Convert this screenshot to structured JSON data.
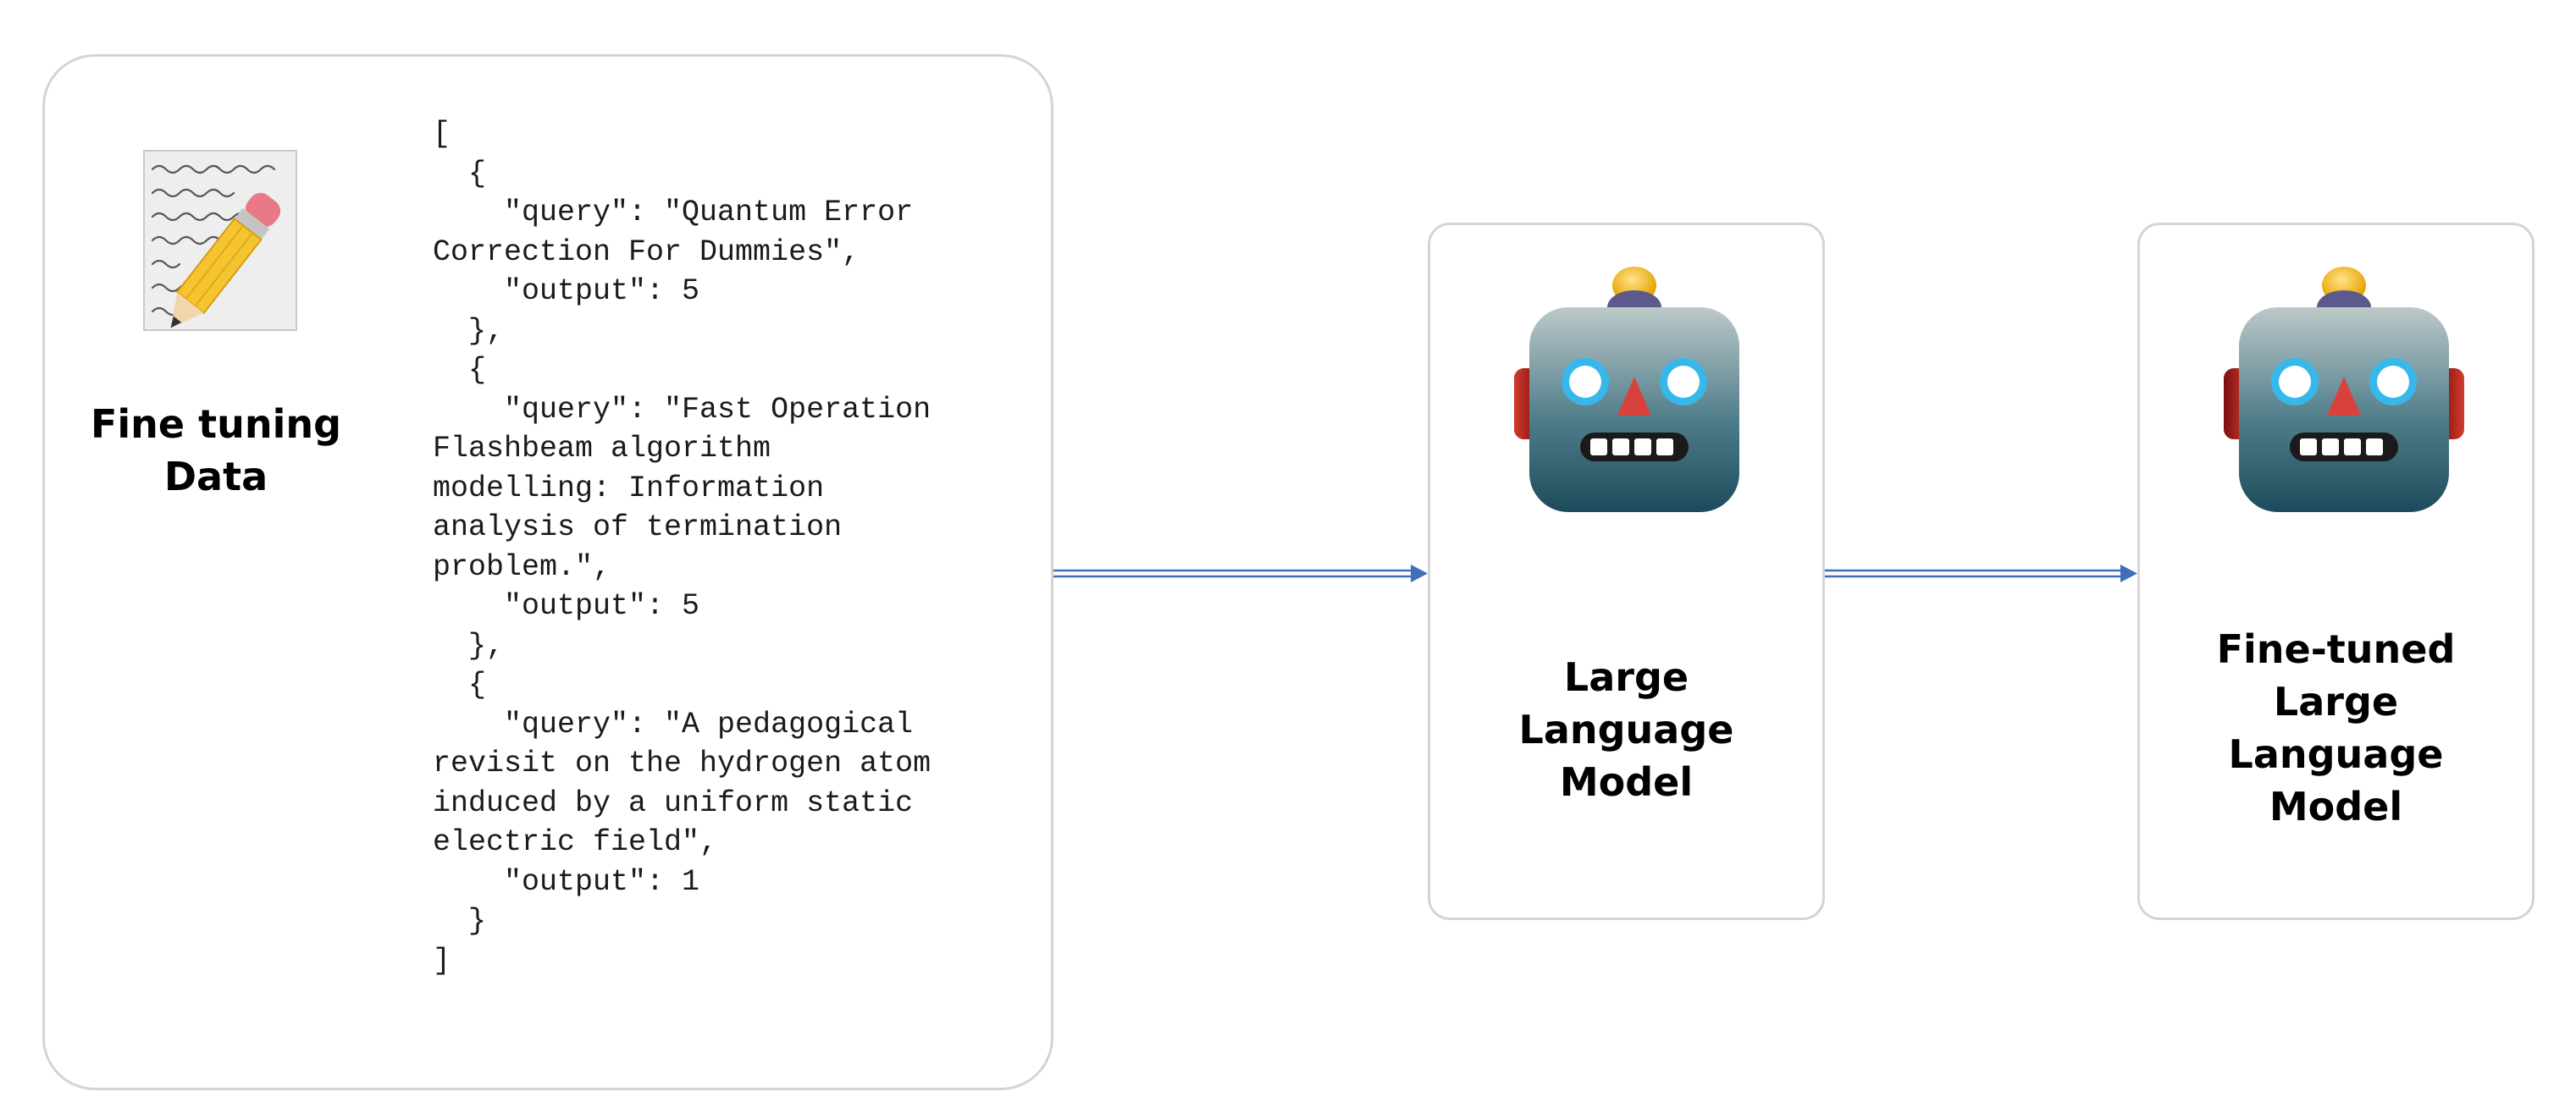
{
  "data_panel": {
    "title": "Fine tuning\nData",
    "icon": "notepad-pencil-icon",
    "json_text": "[\n  {\n    \"query\": \"Quantum Error\nCorrection For Dummies\",\n    \"output\": 5\n  },\n  {\n    \"query\": \"Fast Operation\nFlashbeam algorithm\nmodelling: Information\nanalysis of termination\nproblem.\",\n    \"output\": 5\n  },\n  {\n    \"query\": \"A pedagogical\nrevisit on the hydrogen atom\ninduced by a uniform static\nelectric field\",\n    \"output\": 1\n  }\n]"
  },
  "llm_panel": {
    "title": "Large\nLanguage\nModel",
    "icon": "robot-icon"
  },
  "ft_panel": {
    "title": "Fine-tuned\nLarge\nLanguage\nModel",
    "icon": "robot-icon"
  },
  "colors": {
    "arrow": "#3f6fba",
    "panel_border": "#d4d4d4"
  }
}
